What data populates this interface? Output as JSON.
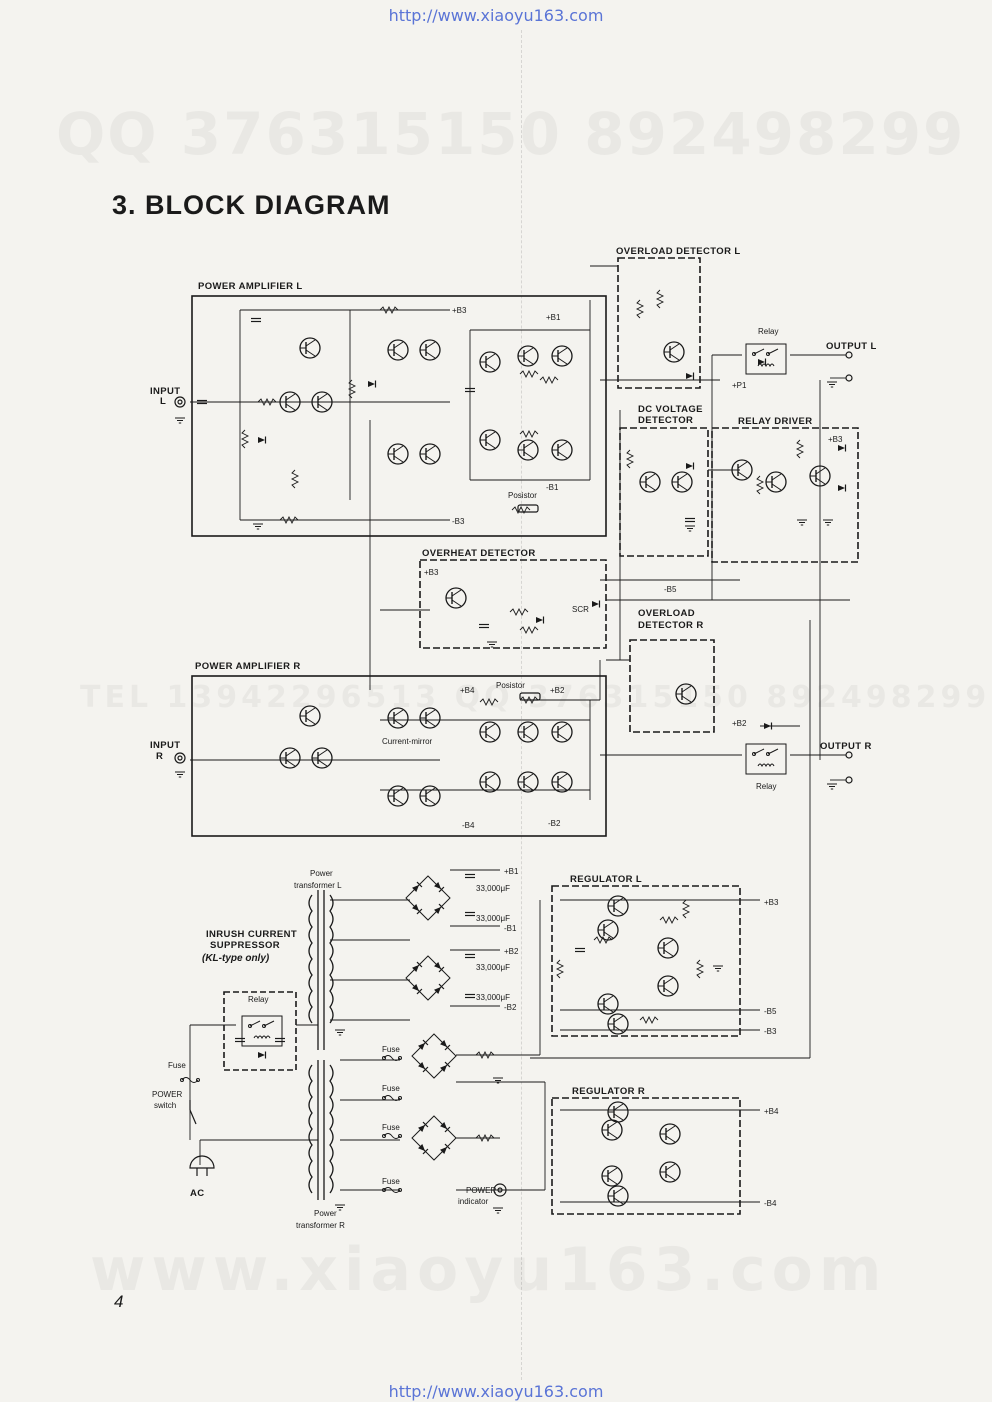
{
  "header_url": "http://www.xiaoyu163.com",
  "footer_url": "http://www.xiaoyu163.com",
  "watermarks": {
    "qq": "QQ 376315150   892498299",
    "tel": "TEL 13942296513  QQ 376315150  892498299",
    "web": "www.xiaoyu163.com"
  },
  "title": "3. BLOCK DIAGRAM",
  "page_number": "4",
  "blocks": {
    "power_amp_l": "POWER AMPLIFIER L",
    "power_amp_r": "POWER AMPLIFIER R",
    "overload_l": "OVERLOAD DETECTOR L",
    "overload_r_1": "OVERLOAD",
    "overload_r_2": "DETECTOR R",
    "dc_voltage_1": "DC VOLTAGE",
    "dc_voltage_2": "DETECTOR",
    "relay_driver": "RELAY DRIVER",
    "overheat": "OVERHEAT DETECTOR",
    "regulator_l": "REGULATOR L",
    "regulator_r": "REGULATOR R",
    "inrush_1": "INRUSH CURRENT",
    "inrush_2": "SUPPRESSOR",
    "inrush_3": "(KL-type only)"
  },
  "labels": {
    "input_l_1": "INPUT",
    "input_l_2": "L",
    "input_r_1": "INPUT",
    "input_r_2": "R",
    "output_l": "OUTPUT L",
    "output_r": "OUTPUT R",
    "relay_top": "Relay",
    "relay_bottom": "Relay",
    "relay_inrush": "Relay",
    "posistor_1": "Posistor",
    "posistor_2": "Posistor",
    "current_mirror": "Current-mirror",
    "scr": "SCR",
    "ptrans_l_1": "Power",
    "ptrans_l_2": "transformer L",
    "ptrans_r_1": "Power",
    "ptrans_r_2": "transformer R",
    "fuse_main": "Fuse",
    "fuse_1": "Fuse",
    "fuse_2": "Fuse",
    "fuse_3": "Fuse",
    "fuse_4": "Fuse",
    "power_switch_1": "POWER",
    "power_switch_2": "switch",
    "power_indicator_1": "POWER",
    "power_indicator_2": "indicator",
    "ac": "AC",
    "cap_1": "33,000μF",
    "cap_2": "33,000μF",
    "cap_3": "33,000μF",
    "cap_4": "33,000μF"
  },
  "rails": {
    "b1_pos": "+B1",
    "b1_neg": "-B1",
    "b2_pos": "+B2",
    "b2_neg": "-B2",
    "b3_pos": "+B3",
    "b3_neg": "-B3",
    "b4_pos": "+B4",
    "b4_neg": "-B4",
    "b5_neg": "-B5",
    "p1": "+P1"
  }
}
